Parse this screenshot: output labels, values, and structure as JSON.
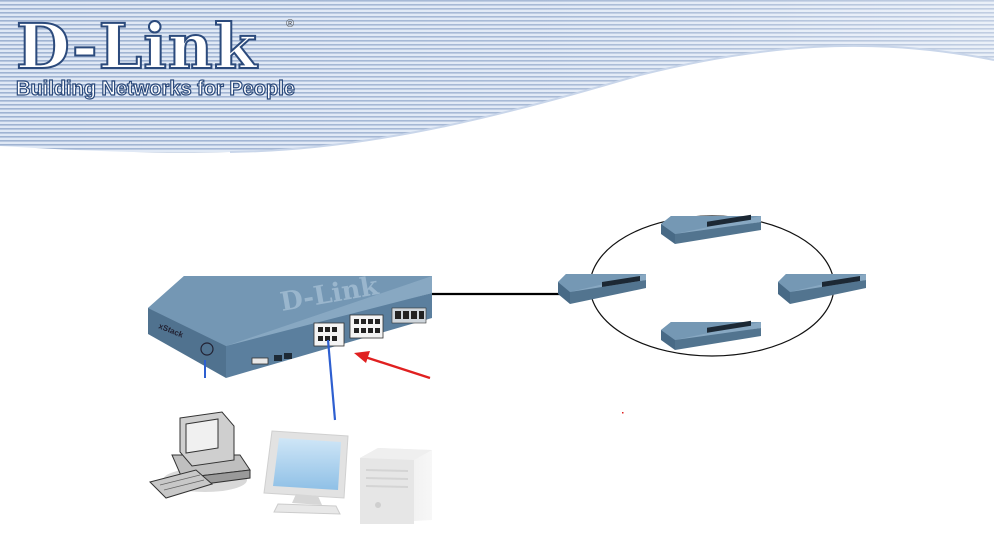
{
  "header": {
    "brand": "D-Link",
    "registered_mark": "®",
    "tagline": "Building Networks for People"
  },
  "main_switch": {
    "lid_brand": "D-Link",
    "side_label": "xStack"
  },
  "colors": {
    "banner_stripe": "#9bb0cf",
    "banner_light": "#dbe6f4",
    "switch_body": "#6e93b1",
    "switch_front": "#5d83a3",
    "link_blue": "#2e5fd0",
    "arrow_red": "#e02020"
  },
  "icons": [
    "workstation-icon",
    "monitor-icon",
    "tower-server-icon"
  ]
}
